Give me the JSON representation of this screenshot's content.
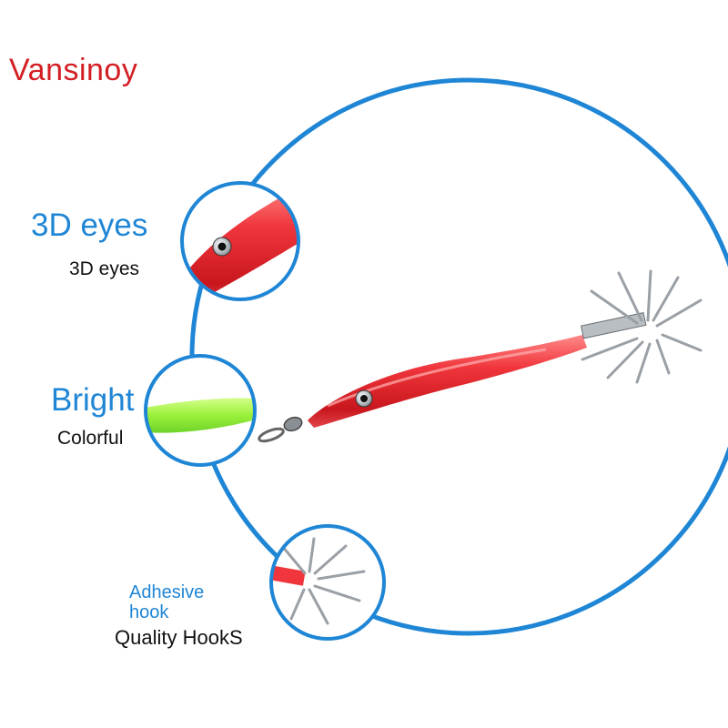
{
  "brand": "Vansinoy",
  "features": {
    "eyes": {
      "title": "3D eyes",
      "subtitle": "3D eyes"
    },
    "bright": {
      "title": "Bright",
      "subtitle": "Colorful"
    },
    "hook": {
      "title": "Adhesive hook",
      "subtitle": "Quality HookS"
    }
  },
  "colors": {
    "brand_red": "#d31f24",
    "accent_blue": "#1f86d6",
    "lure_red": "#e8343a",
    "lure_green": "#9bf03a"
  }
}
